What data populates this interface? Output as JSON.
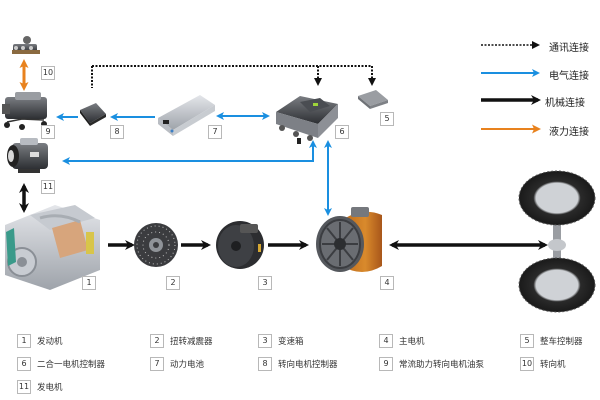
{
  "legend": [
    {
      "label": "通讯连接",
      "type": "communication",
      "color": "#111111"
    },
    {
      "label": "电气连接",
      "type": "electrical",
      "color": "#1a8fe0"
    },
    {
      "label": "机械连接",
      "type": "mechanical",
      "color": "#111111"
    },
    {
      "label": "液力连接",
      "type": "hydraulic",
      "color": "#e8821e"
    }
  ],
  "components": [
    {
      "num": "1",
      "name": "发动机"
    },
    {
      "num": "2",
      "name": "扭转减震器"
    },
    {
      "num": "3",
      "name": "变速箱"
    },
    {
      "num": "4",
      "name": "主电机"
    },
    {
      "num": "5",
      "name": "整车控制器"
    },
    {
      "num": "6",
      "name": "二合一电机控制器"
    },
    {
      "num": "7",
      "name": "动力电池"
    },
    {
      "num": "8",
      "name": "转向电机控制器"
    },
    {
      "num": "9",
      "name": "常流助力转向电机油泵"
    },
    {
      "num": "10",
      "name": "转向机"
    },
    {
      "num": "11",
      "name": "发电机"
    }
  ],
  "colors": {
    "electrical": "#1a8fe0",
    "mechanical": "#111111",
    "hydraulic": "#e8821e",
    "motor_orange": "#c9741c"
  }
}
